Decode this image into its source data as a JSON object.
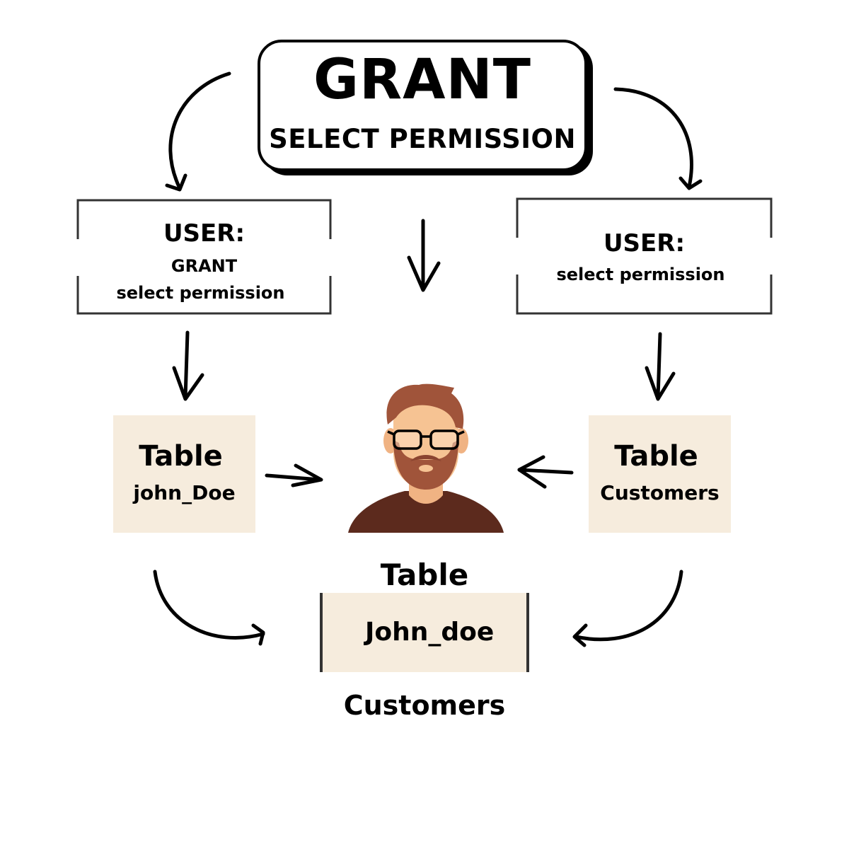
{
  "title": {
    "main": "GRANT",
    "sub": "SELECT PERMISSION"
  },
  "user_left": {
    "heading": "USER:",
    "line1": "GRANT",
    "line2": "select permission"
  },
  "user_right": {
    "heading": "USER:",
    "line1": "select permission"
  },
  "table_left": {
    "title": "Table",
    "name": "john_Doe"
  },
  "table_right": {
    "title": "Table",
    "name": "Customers"
  },
  "bottom": {
    "title": "Table",
    "name": "John_doe",
    "caption": "Customers"
  },
  "colors": {
    "card_fill": "#f6ecdd",
    "hair": "#a0543a",
    "skin": "#f6c393",
    "shirt": "#5c2a1d"
  },
  "icons": {
    "person": "bearded-man-with-glasses-icon"
  }
}
